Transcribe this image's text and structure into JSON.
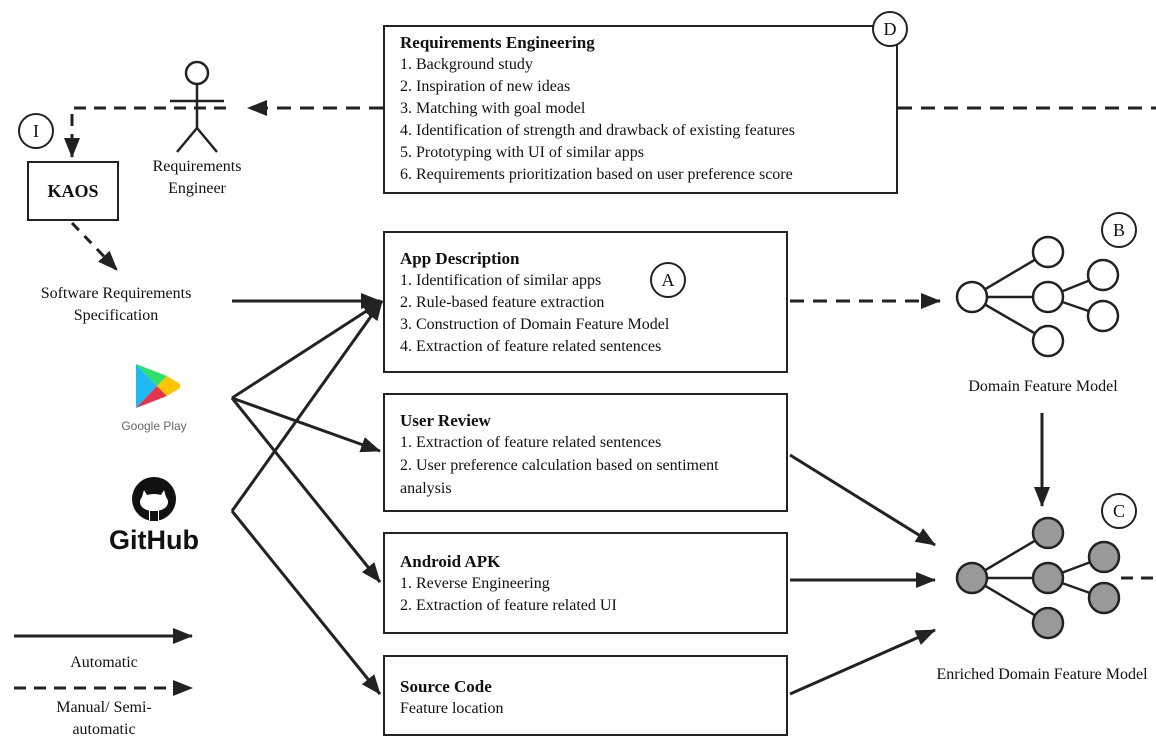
{
  "panels": {
    "requirements_engineering": {
      "title": "Requirements Engineering",
      "items": [
        "1. Background study",
        "2. Inspiration of new ideas",
        "3. Matching with goal model",
        "4. Identification of strength and drawback of existing features",
        "5. Prototyping with UI of similar apps",
        "6. Requirements prioritization based on user preference score"
      ]
    },
    "app_description": {
      "title": "App Description",
      "items": [
        "1. Identification of similar apps",
        "2. Rule-based feature extraction",
        "3. Construction of Domain Feature Model",
        "4. Extraction of feature related sentences"
      ]
    },
    "user_review": {
      "title": "User Review",
      "items": [
        "1. Extraction of feature related sentences",
        "2. User preference calculation based on sentiment analysis"
      ]
    },
    "android_apk": {
      "title": "Android APK",
      "items": [
        "1. Reverse Engineering",
        "2. Extraction of feature related UI"
      ]
    },
    "source_code": {
      "title": "Source Code",
      "items": [
        "Feature location"
      ]
    }
  },
  "markers": {
    "d": "D",
    "a": "A",
    "b": "B",
    "c": "C",
    "i": "I"
  },
  "kaos": "KAOS",
  "actor_label": "Requirements Engineer",
  "srs_label": "Software Requirements Specification",
  "google_play": "Google Play",
  "github": "GitHub",
  "domain_feature_model": "Domain Feature Model",
  "enriched_domain_feature_model": "Enriched Domain Feature Model",
  "legend": {
    "automatic": "Automatic",
    "manual": "Manual/ Semi-automatic"
  },
  "colors": {
    "line": "#222222",
    "node_fill_enriched": "#999999",
    "node_fill_plain": "#ffffff"
  }
}
